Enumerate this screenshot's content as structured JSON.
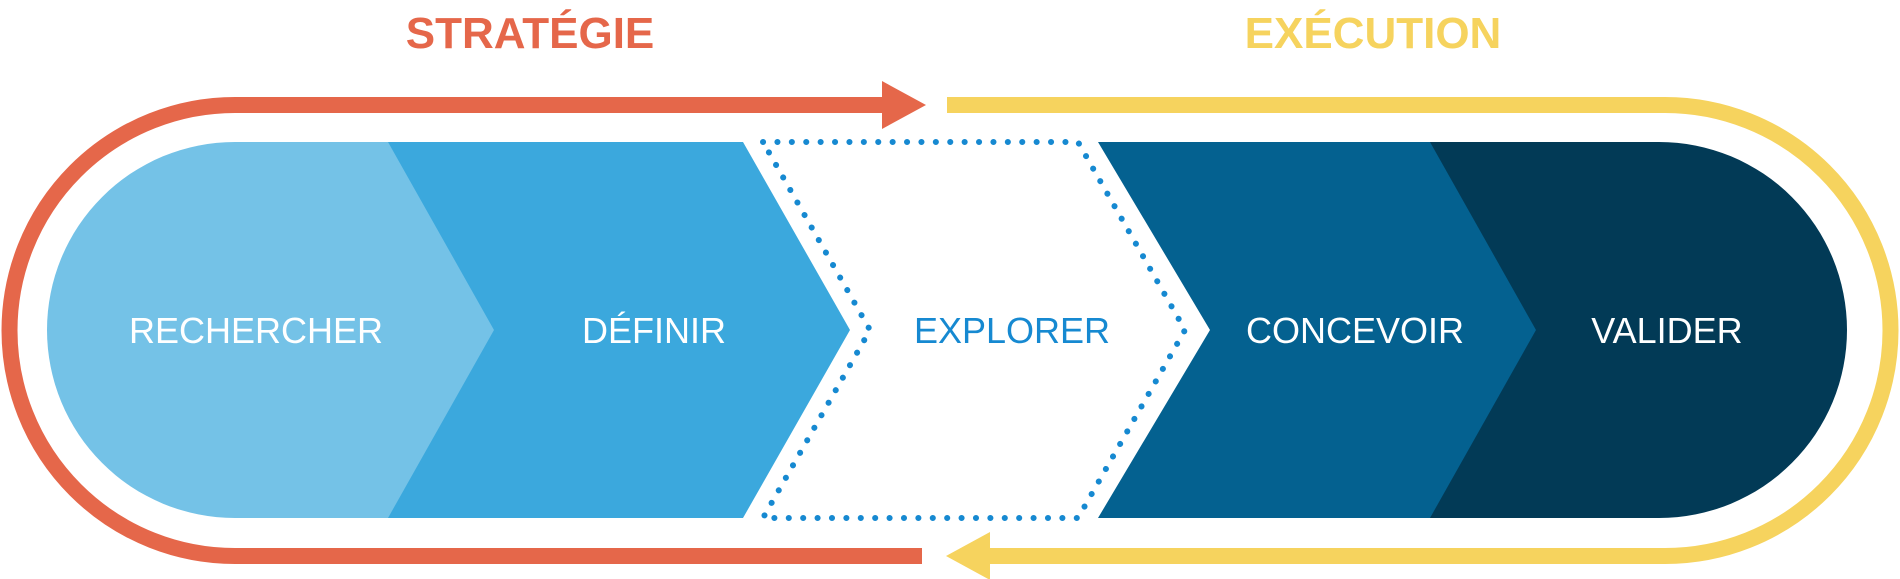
{
  "phases": {
    "strategy": {
      "title": "STRATÉGIE",
      "color": "#E5674A"
    },
    "execution": {
      "title": "EXÉCUTION",
      "color": "#F6D35E"
    }
  },
  "stages": [
    {
      "id": "rechercher",
      "label": "RECHERCHER",
      "fill": "#74C2E7",
      "text_color": "#FFFFFF"
    },
    {
      "id": "definir",
      "label": "DÉFINIR",
      "fill": "#3BA8DD",
      "text_color": "#FFFFFF"
    },
    {
      "id": "explorer",
      "label": "EXPLORER",
      "fill": "none",
      "outline": "dotted",
      "outline_color": "#1689D1",
      "text_color": "#1689D1"
    },
    {
      "id": "concevoir",
      "label": "CONCEVOIR",
      "fill": "#046190",
      "text_color": "#FFFFFF"
    },
    {
      "id": "valider",
      "label": "VALIDER",
      "fill": "#023A56",
      "text_color": "#FFFFFF"
    }
  ],
  "flow": {
    "top_arrow": {
      "color": "#E5674A",
      "direction": "right"
    },
    "bottom_arrow": {
      "color": "#F6D35E",
      "direction": "left"
    }
  }
}
